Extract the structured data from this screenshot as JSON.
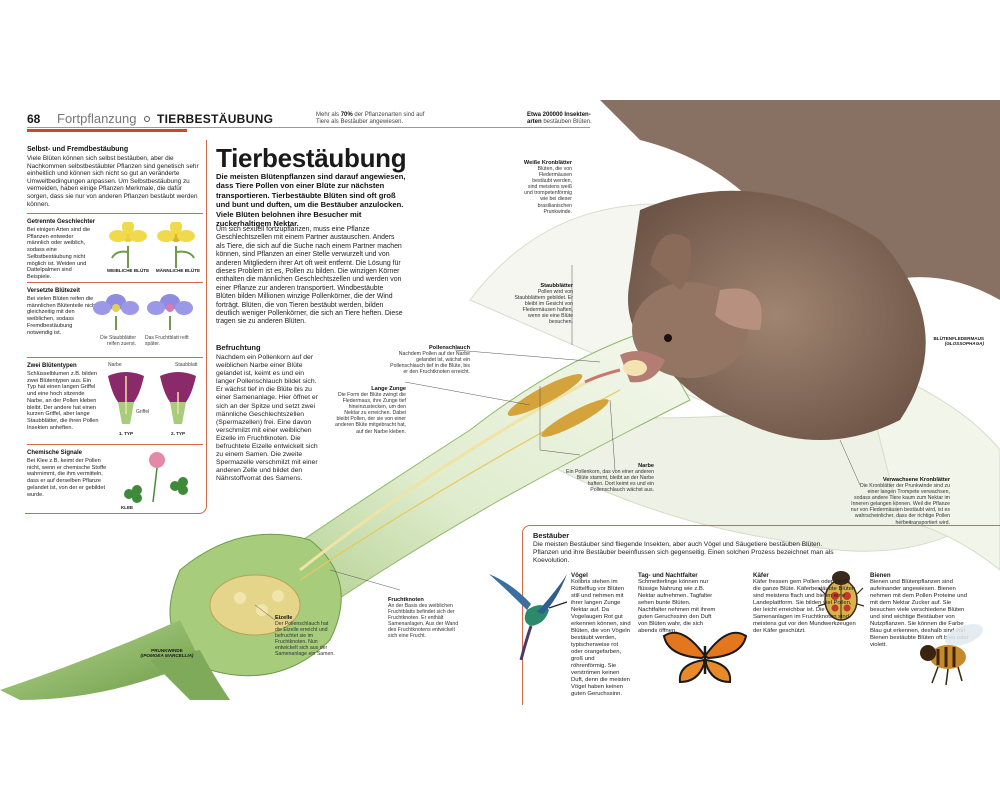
{
  "header": {
    "page_number": "68",
    "chapter": "Fortpflanzung",
    "section": "TIERBESTÄUBUNG",
    "stat1_bold": "70%",
    "stat1_pre": "Mehr als ",
    "stat1_post": " der Pflanzenarten sind auf Tiere als Bestäuber angewiesen.",
    "stat2_bold": "Etwa 200000 Insekten-arten",
    "stat2_post": " bestäuben Blüten."
  },
  "sidebar": {
    "intro_title": "Selbst- und Fremdbestäubung",
    "intro_text": "Viele Blüten können sich selbst bestäuben, aber die Nachkommen selbstbestäubter Pflanzen sind genetisch sehr einheitlich und können sich nicht so gut an veränderte Umweltbedingungen anpassen. Um Selbstbestäubung zu vermeiden, haben einige Pflanzen Merkmale, die dafür sorgen, dass sie nur von anderen Pflanzen bestäubt werden können.",
    "b1_title": "Getrennte Geschlechter",
    "b1_text": "Bei einigen Arten sind die Pflanzen entweder männlich oder weiblich, sodass eine Selbstbestäubung nicht möglich ist. Weiden und Dattelpalmen sind Beispiele.",
    "b1_cap1": "WEIBLICHE BLÜTE",
    "b1_cap2": "MÄNNLICHE BLÜTE",
    "b2_title": "Versetzte Blütezeit",
    "b2_text": "Bei vielen Blüten reifen die männlichen Blütenteile nicht gleichzeitig mit den weiblichen, sodass Fremdbestäubung notwendig ist.",
    "b2_note1": "Die Staubblätter reifen zuerst.",
    "b2_note2": "Das Fruchtblatt reift später.",
    "b3_title": "Zwei Blütentypen",
    "b3_text": "Schlüsselblumen z.B. bilden zwei Blütentypen aus. Ein Typ hat einen langen Griffel und eine hoch sitzende Narbe, an der Pollen kleben bleibt. Der andere hat einen kurzen Griffel, aber lange Staubblätter, die ihren Pollen Insekten anheften.",
    "b3_l1": "Narbe",
    "b3_l2": "Staubblatt",
    "b3_l3": "Griffel",
    "b3_cap1": "1. TYP",
    "b3_cap2": "2. TYP",
    "b4_title": "Chemische Signale",
    "b4_text": "Bei Klee z.B. keimt der Pollen nicht, wenn er chemische Stoffe wahrnimmt, die ihm vermitteln, dass er auf derselben Pflanze gelandet ist, von der er gebildet wurde.",
    "b4_cap": "KLEE"
  },
  "main": {
    "title": "Tierbestäubung",
    "lead": "Die meisten Blütenpflanzen sind darauf angewiesen, dass Tiere Pollen von einer Blüte zur nächsten transportieren. Tierbestäubte Blüten sind oft groß und bunt und duften, um die Bestäuber anzulocken. Viele Blüten belohnen ihre Besucher mit zuckerhaltigem Nektar.",
    "body": "Um sich sexuell fortzupflanzen, muss eine Pflanze Geschlechtszellen mit einem Partner austauschen. Anders als Tiere, die sich auf die Suche nach einem Partner machen können, sind Pflanzen an einer Stelle verwurzelt und von anderen Mitgliedern ihrer Art oft weit entfernt. Die Lösung für dieses Problem ist es, Pollen zu bilden. Die winzigen Körner enthalten die männlichen Geschlechtszellen und werden von einer Pflanze zur anderen transportiert. Windbestäubte Blüten bilden Millionen winzige Pollenkörner, die der Wind forträgt. Blüten, die von Tieren bestäubt werden, bilden deutlich weniger Pollenkörner, die sich an Tiere heften. Diese tragen sie zu anderen Blüten.",
    "fert_title": "Befruchtung",
    "fert_text": "Nachdem ein Pollenkorn auf der weiblichen Narbe einer Blüte gelandet ist, keimt es und ein langer Pollenschlauch bildet sich. Er wächst tief in die Blüte bis zu einer Samenanlage. Hier öffnet er sich an der Spitze und setzt zwei männliche Geschlechtszellen (Spermazellen) frei. Eine davon verschmilzt mit einer weiblichen Eizelle im Fruchtknoten. Die befruchtete Eizelle entwickelt sich zu einem Samen. Die zweite Spermazelle verschmilzt mit einer anderen Zelle und bildet den Nährstoffvorrat des Samens."
  },
  "annotations": {
    "weisse_title": "Weiße Kronblätter",
    "weisse_text": "Blüten, die von Fledermäusen bestäubt werden, sind meistens weiß und trompetenförmig wie bei dieser brasilianischen Prunkwinde.",
    "staub_title": "Staubblätter",
    "staub_text": "Pollen wird von Staubblättern gebildet. Er bleibt im Gesicht von Fledermäusen haften, wenn sie eine Blüte besuchen.",
    "schlauch_title": "Pollenschlauch",
    "schlauch_text": "Nachdem Pollen auf der Narbe gelandet ist, wächst ein Pollenschlauch tief in die Blüte, bis er den Fruchtknoten erreicht.",
    "zunge_title": "Lange Zunge",
    "zunge_text": "Die Form der Blüte zwingt die Fledermaus, ihre Zunge tief hineinzustecken, um den Nektar zu erreichen. Dabei bleibt Pollen, der sie von einer anderen Blüte mitgebracht hat, auf der Narbe kleben.",
    "narbe_title": "Narbe",
    "narbe_text": "Ein Pollenkorn, das von einer anderen Blüte stammt, bleibt an der Narbe haften. Dort keimt es und ein Pollenschlauch wächst aus.",
    "verwach_title": "Verwachsene Kronblätter",
    "verwach_text": "Die Kronblätter der Prunkwinde sind zu einer langen Trompete verwachsen, sodass andere Tiere kaum zum Nektar im Inneren gelangen können. Weil die Pflanze nur von Fledermäusen bestäubt wird, ist es wahrscheinlicher, dass der richtige Pollen herbeitransportiert wird.",
    "bat_label1": "BLÜTENFLEDERMAUS",
    "bat_label2": "(GLOSSOPHAGA)",
    "frucht_title": "Fruchtknoten",
    "frucht_text": "An der Basis des weiblichen Fruchtblatts befindet sich der Fruchtknoten. Er enthält Samenanlagen. Aus der Wand des Fruchtknotens entwickelt sich eine Frucht.",
    "eizelle_title": "Eizelle",
    "eizelle_text": "Der Pollenschlauch hat die Eizelle erreicht und befruchtet sie im Fruchtknoten. Nun entwickelt sich aus der Samenanlage ein Samen.",
    "prunk_label1": "PRUNKWINDE",
    "prunk_label2": "(IPOMOEA MARCELLIA)"
  },
  "bestaeuber": {
    "title": "Bestäuber",
    "text": "Die meisten Bestäuber sind fliegende Insekten, aber auch Vögel und Säugetiere bestäuben Blüten. Pflanzen und ihre Bestäuber beeinflussen sich gegenseitig. Einen solchen Prozess bezeichnet man als Koevolution.",
    "voegel_title": "Vögel",
    "voegel_text": "Kolibris stehen im Rüttelflug vor Blüten still und nehmen mit ihrer langen Zunge Nektar auf. Da Vogelaugen Rot gut erkennen können, sind Blüten, die von Vögeln bestäubt werden, typischerweise rot oder orangefarben, groß und röhrenförmig. Sie verströmen keinen Duft, denn die meisten Vögel haben keinen guten Geruchssinn.",
    "falter_title": "Tag- und Nachtfalter",
    "falter_text": "Schmetterlinge können nur flüssige Nahrung wie z.B. Nektar aufnehmen. Tagfalter sehen bunte Blüten. Nachtfalter nehmen mit ihrem guten Geruchssinn den Duft von Blüten wahr, die sich abends öffnen.",
    "kaefer_title": "Käfer",
    "kaefer_text": "Käfer fressen gern Pollen oder gleich die ganze Blüte. Käferbestäubte Blüten sind meistens flach und bieten eine Landeplattform. Sie bilden viel Pollen, der leicht erreichbar ist. Die Samenanlagen im Fruchtknoten sind meistens gut vor den Mundwerkzeugen der Käfer geschützt.",
    "bienen_title": "Bienen",
    "bienen_text": "Bienen und Blütenpflanzen sind aufeinander angewiesen. Bienen nehmen mit dem Pollen Proteine und mit dem Nektar Zucker auf. Sie besuchen viele verschiedene Blüten und sind wichtige Bestäuber von Nutzpflanzen. Sie können die Farbe Blau gut erkennen, deshalb sind von Bienen bestäubte Blüten oft blau oder violett."
  },
  "colors": {
    "accent": "#c94a24",
    "petal": "#f4f6ef",
    "stem": "#8fb86a",
    "bat": "#8a6f5e"
  }
}
